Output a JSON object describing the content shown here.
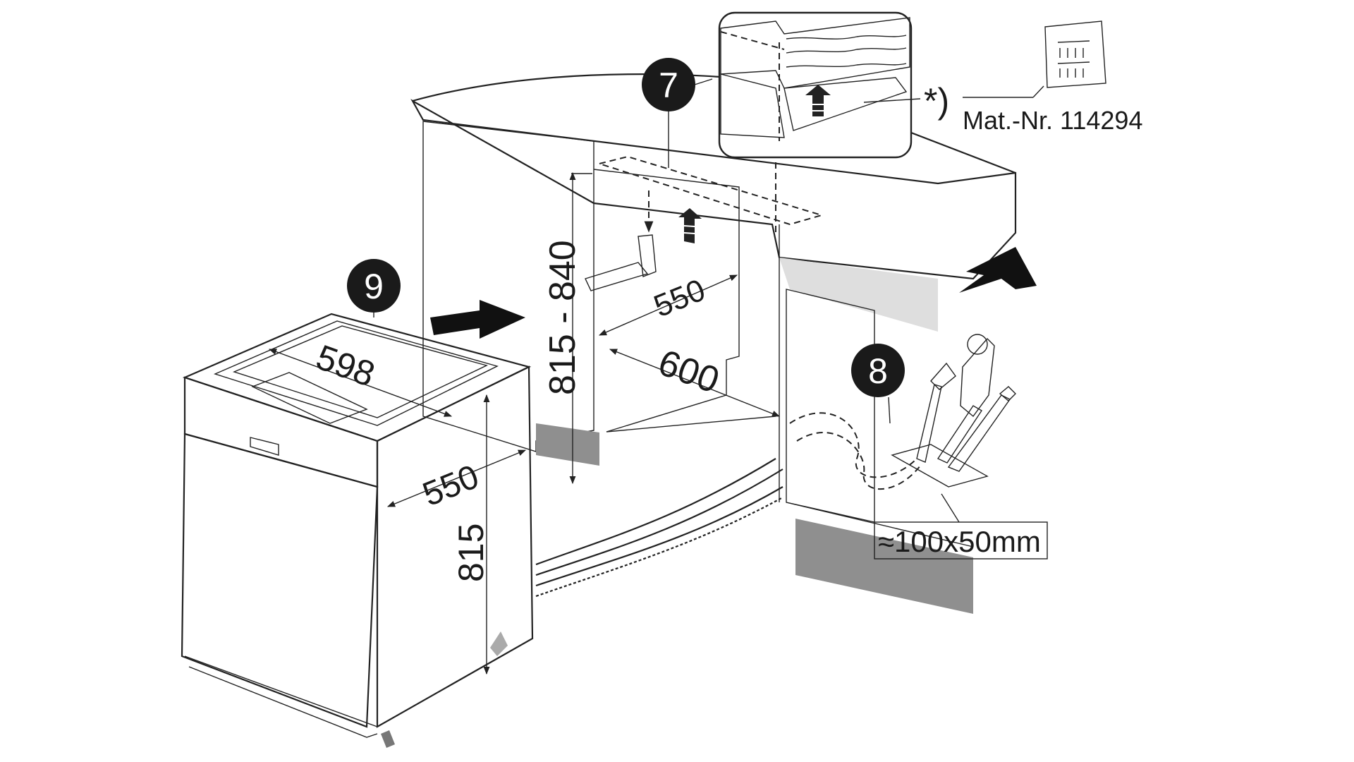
{
  "callouts": {
    "step_7": "7",
    "step_8": "8",
    "step_9": "9"
  },
  "dimensions": {
    "recess_height": "815 - 840",
    "recess_depth": "550",
    "recess_width": "600",
    "appliance_width": "598",
    "appliance_depth": "550",
    "appliance_height": "815",
    "opening_size": "≈100x50mm"
  },
  "parts": {
    "asterisk_note": "*)",
    "material_number": "Mat.-Nr. 114294"
  },
  "colors": {
    "line": "#222222",
    "callout_fill": "#1a1a1a",
    "shade": "#d6d6d6",
    "shade_dark": "#8f8f8f",
    "paper": "#ffffff"
  }
}
